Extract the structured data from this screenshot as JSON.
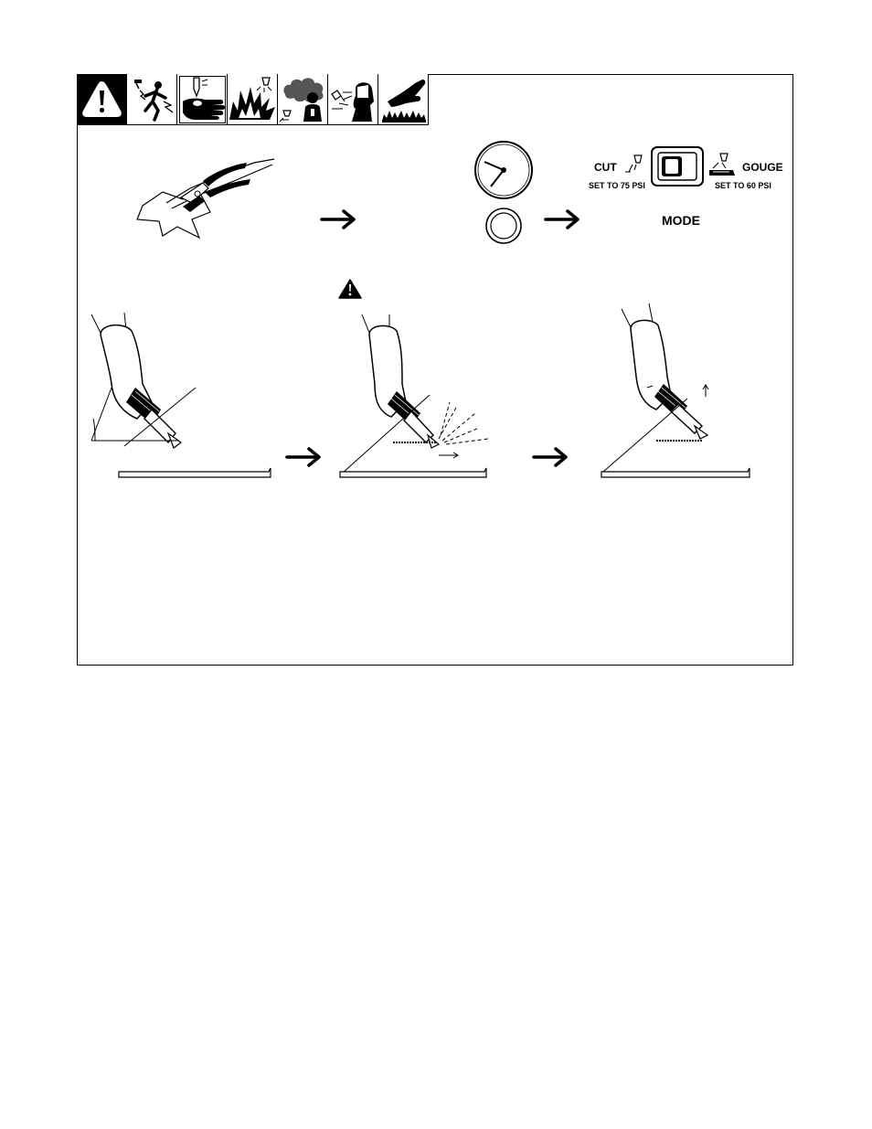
{
  "hazard_icons": [
    {
      "name": "general-warning-icon"
    },
    {
      "name": "electric-shock-icon"
    },
    {
      "name": "hand-burn-icon"
    },
    {
      "name": "explosion-sparks-icon"
    },
    {
      "name": "fumes-gases-icon"
    },
    {
      "name": "arc-rays-icon"
    },
    {
      "name": "hot-parts-icon"
    }
  ],
  "mode_panel": {
    "cut_label": "CUT",
    "gouge_label": "GOUGE",
    "cut_pressure": "SET TO 75 PSI",
    "gouge_pressure": "SET TO 60 PSI",
    "mode_label": "MODE"
  },
  "colors": {
    "ink": "#000000",
    "paper": "#ffffff"
  }
}
